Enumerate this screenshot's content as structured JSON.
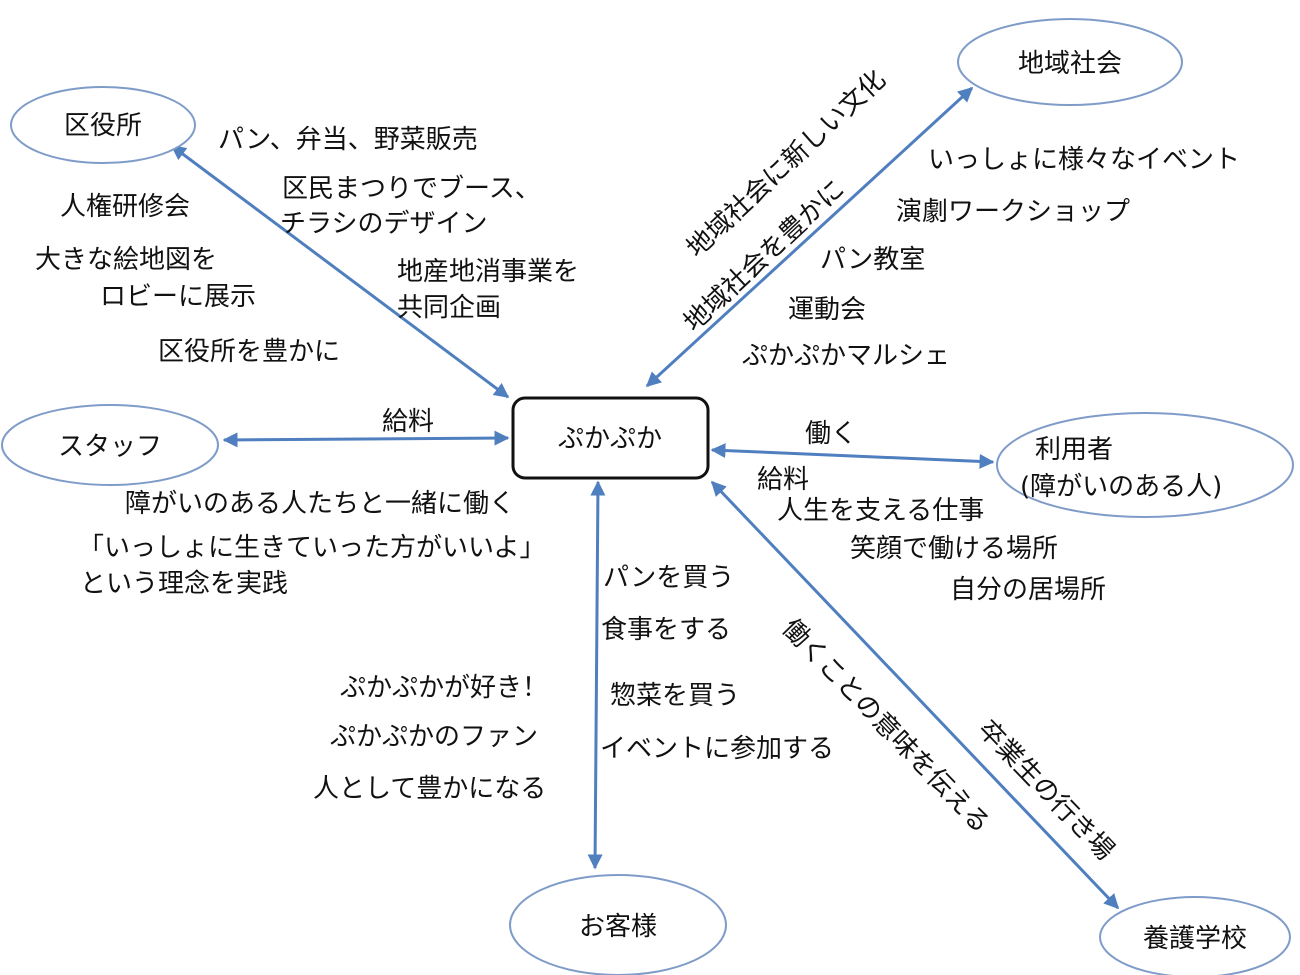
{
  "colors": {
    "arrow": "#4f7fbf",
    "node_border": "#7f9cc9",
    "text": "#111111"
  },
  "center": "ぷかぷか",
  "nodes": {
    "ward_office": "区役所",
    "community": "地域社会",
    "staff": "スタッフ",
    "users_line1": "利用者",
    "users_line2": "(障がいのある人)",
    "customers": "お客様",
    "special_school": "養護学校"
  },
  "ward_office_labels": {
    "to_ward": [
      "パン、弁当、野菜販売",
      "区民まつりでブース、",
      "チラシのデザイン",
      "地産地消事業を",
      "共同企画"
    ],
    "from_ward": [
      "人権研修会",
      "大きな絵地図を",
      "ロビーに展示",
      "区役所を豊かに"
    ]
  },
  "community_labels": {
    "rotated": [
      "地域社会に新しい文化",
      "地域社会を豊かに"
    ],
    "events": [
      "いっしょに様々なイベント",
      "演劇ワークショップ",
      "パン教室",
      "運動会",
      "ぷかぷかマルシェ"
    ]
  },
  "staff_labels": {
    "edge": "給料",
    "below": [
      "障がいのある人たちと一緒に働く",
      "「いっしょに生きていった方がいいよ」",
      "という理念を実践"
    ]
  },
  "users_labels": {
    "edge_top": "働く",
    "edge_bottom": "給料",
    "below": [
      "人生を支える仕事",
      "笑顔で働ける場所",
      "自分の居場所"
    ]
  },
  "customers_labels": {
    "right": [
      "パンを買う",
      "食事をする",
      "惣菜を買う",
      "イベントに参加する"
    ],
    "left": [
      "ぷかぷかが好き！",
      "ぷかぷかのファン",
      "人として豊かになる"
    ]
  },
  "school_labels": {
    "rotated_left": "働くことの意味を伝える",
    "rotated_right": "卒業生の行き場"
  }
}
